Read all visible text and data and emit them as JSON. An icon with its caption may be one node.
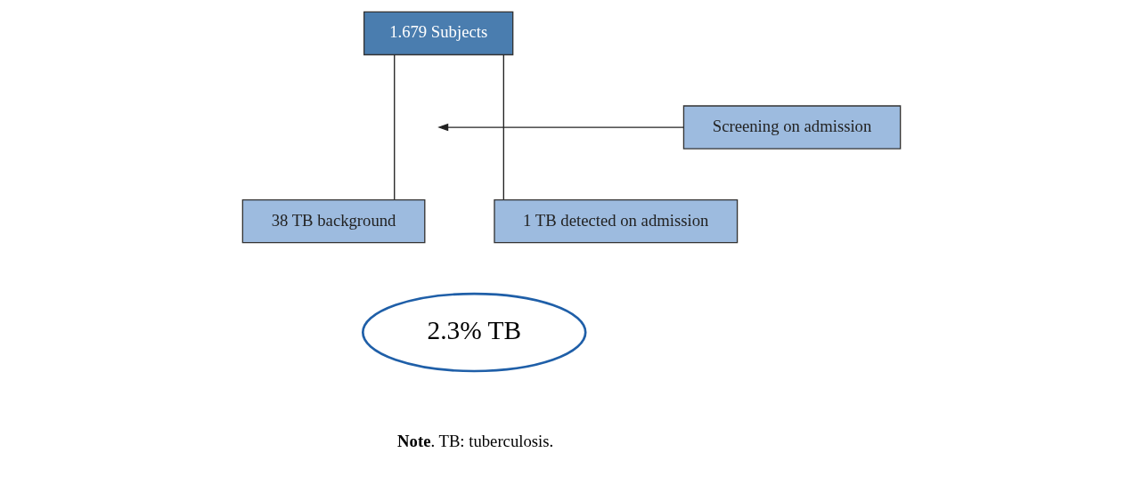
{
  "diagram": {
    "nodes": [
      {
        "text": [
          "1.679 Subjects"
        ]
      },
      {
        "text": [
          "Screening on admission"
        ]
      },
      {
        "text": [
          "38 TB background"
        ]
      },
      {
        "text": [
          "1 TB detected on admission"
        ]
      },
      {
        "text": [
          "2.3% TB"
        ]
      }
    ],
    "edges": [
      {
        "from": 0,
        "to": 2,
        "arrow": "none"
      },
      {
        "from": 0,
        "to": 3,
        "arrow": "none"
      },
      {
        "from": 1,
        "to": null,
        "arrow": "to"
      }
    ],
    "labels": [
      "**Note**. TB: tuberculosis."
    ]
  }
}
